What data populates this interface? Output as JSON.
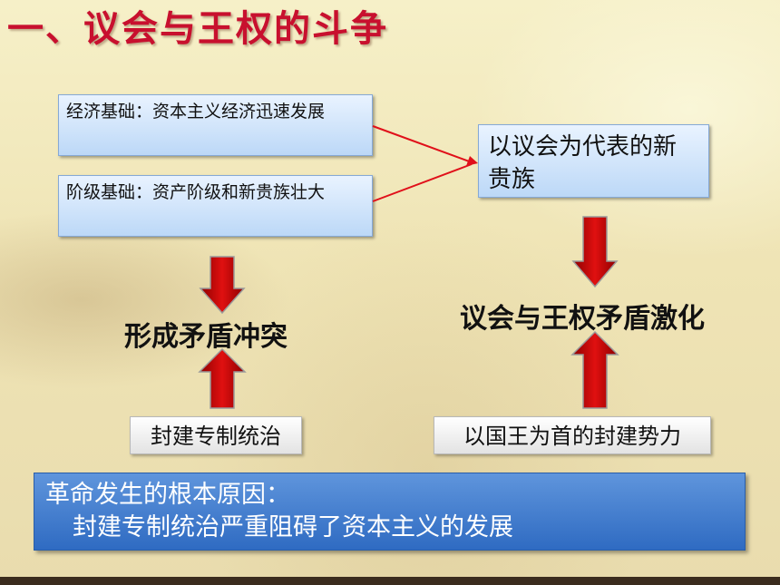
{
  "slide": {
    "title": "一、议会与王权的斗争"
  },
  "left": {
    "economic_basis": "经济基础：资本主义经济迅速发展",
    "class_basis": "阶级基础：资产阶级和新贵族壮大",
    "conflict_label": "形成矛盾冲突",
    "feudal_rule": "封建专制统治"
  },
  "right": {
    "new_nobility": "以议会为代表的新贵族",
    "conflict_label": "议会与王权矛盾激化",
    "king_forces": "以国王为首的封建势力"
  },
  "conclusion": {
    "line1": "革命发生的根本原因：",
    "line2": "封建专制统治严重阻碍了资本主义的发展"
  },
  "colors": {
    "title_red": "#c8102e",
    "arrow_red": "#c00000",
    "box_blue": "#bcd8f7",
    "conclusion_blue": "#2f6bc2"
  }
}
